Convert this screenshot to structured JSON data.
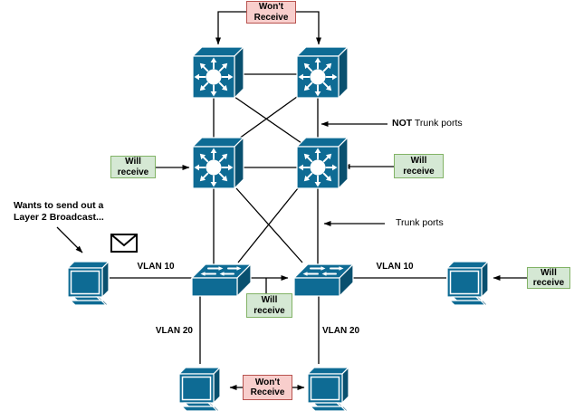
{
  "colors": {
    "node_fill": "#0e6b94",
    "node_side": "#09506f",
    "pink_fill": "#f8cecc",
    "pink_border": "#b85450",
    "green_fill": "#d5e8d4",
    "green_border": "#82b366",
    "edge": "#000000"
  },
  "badges": {
    "top_wont_receive": {
      "line1": "Won't",
      "line2": "Receive"
    },
    "mid_left_will_receive": {
      "line1": "Will",
      "line2": "receive"
    },
    "mid_right_will_receive": {
      "line1": "Will",
      "line2": "receive"
    },
    "bottom_mid_will_receive": {
      "line1": "Will",
      "line2": "receive"
    },
    "right_will_receive": {
      "line1": "Will",
      "line2": "receive"
    },
    "bottom_wont_receive": {
      "line1": "Won't",
      "line2": "Receive"
    }
  },
  "vlan_labels": {
    "left_vlan10": "VLAN 10",
    "right_vlan10": "VLAN 10",
    "left_vlan20": "VLAN 20",
    "right_vlan20": "VLAN 20"
  },
  "annotations": {
    "sender_line1": "Wants to send out a",
    "sender_line2": "Layer 2 Broadcast...",
    "not_trunk_bold": "NOT",
    "not_trunk_rest": " Trunk ports",
    "trunk_ports": "Trunk ports"
  },
  "icons": {
    "multilayer_switch": "multilayer-switch-icon",
    "l2_switch": "switch-icon",
    "workstation": "workstation-icon",
    "envelope": "envelope-icon"
  }
}
